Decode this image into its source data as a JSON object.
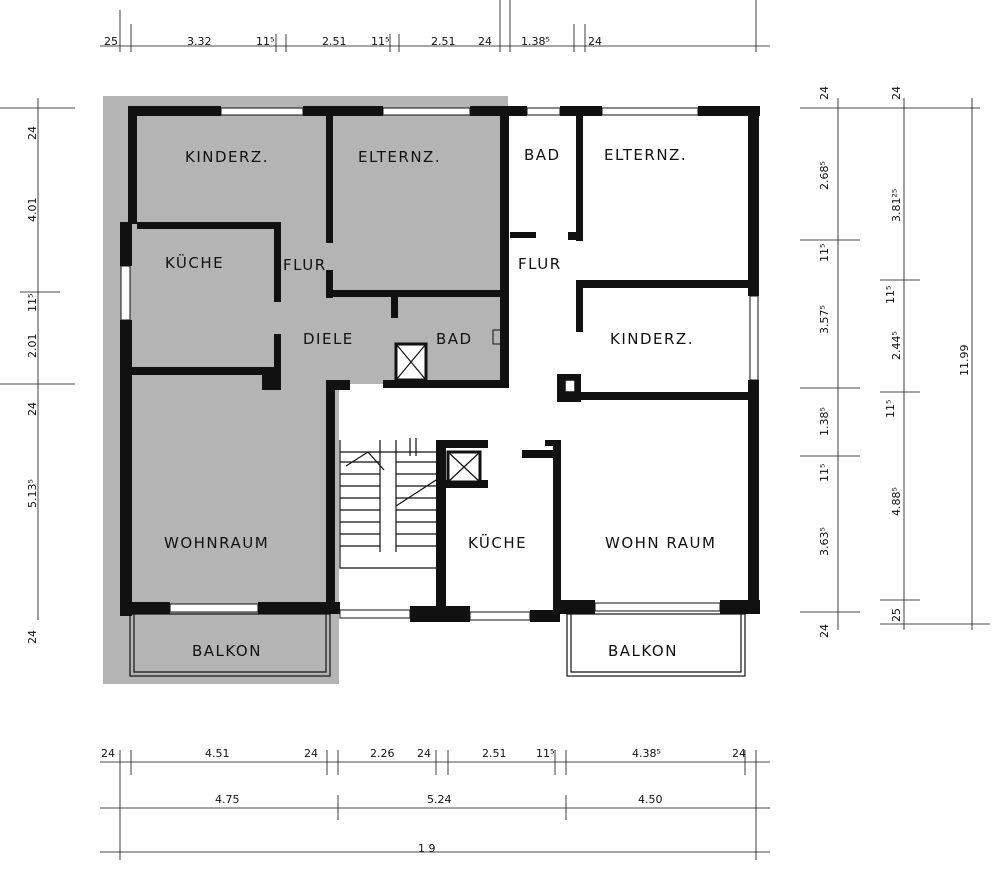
{
  "rooms_left": {
    "kinderz": "KINDERZ.",
    "elternz": "ELTERNZ.",
    "kueche": "KÜCHE",
    "flur": "FLUR",
    "diele": "DIELE",
    "bad": "BAD",
    "wohnraum": "WOHNRAUM",
    "balkon": "BALKON"
  },
  "rooms_right": {
    "bad": "BAD",
    "elternz": "ELTERNZ.",
    "flur": "FLUR",
    "kinderz": "KINDERZ.",
    "kueche": "KÜCHE",
    "wohnraum": "WOHN RAUM",
    "balkon": "BALKON"
  },
  "dims_top": [
    "25",
    "3.32",
    "11⁵",
    "2.51",
    "11⁵",
    "2.51",
    "24",
    "1.38⁵",
    "24"
  ],
  "dims_left": [
    "24",
    "4.01",
    "11⁵",
    "2.01",
    "24",
    "5.13⁵",
    "24"
  ],
  "dims_right_1": [
    "24",
    "2.68⁵",
    "11⁵",
    "3.57⁵",
    "1.38⁵",
    "11⁵",
    "3.63⁵",
    "24"
  ],
  "dims_right_2": [
    "24",
    "3.81²⁵",
    "11⁵",
    "2.44⁵",
    "11⁵",
    "4.88⁵",
    "25"
  ],
  "dims_right_total": "11.99",
  "dims_bottom_1": [
    "24",
    "4.51",
    "24",
    "2.26",
    "24",
    "2.51",
    "11⁵",
    "4.38⁵",
    "24"
  ],
  "dims_bottom_2": [
    "4.75",
    "5.24",
    "4.50"
  ],
  "page_number": "1  9"
}
